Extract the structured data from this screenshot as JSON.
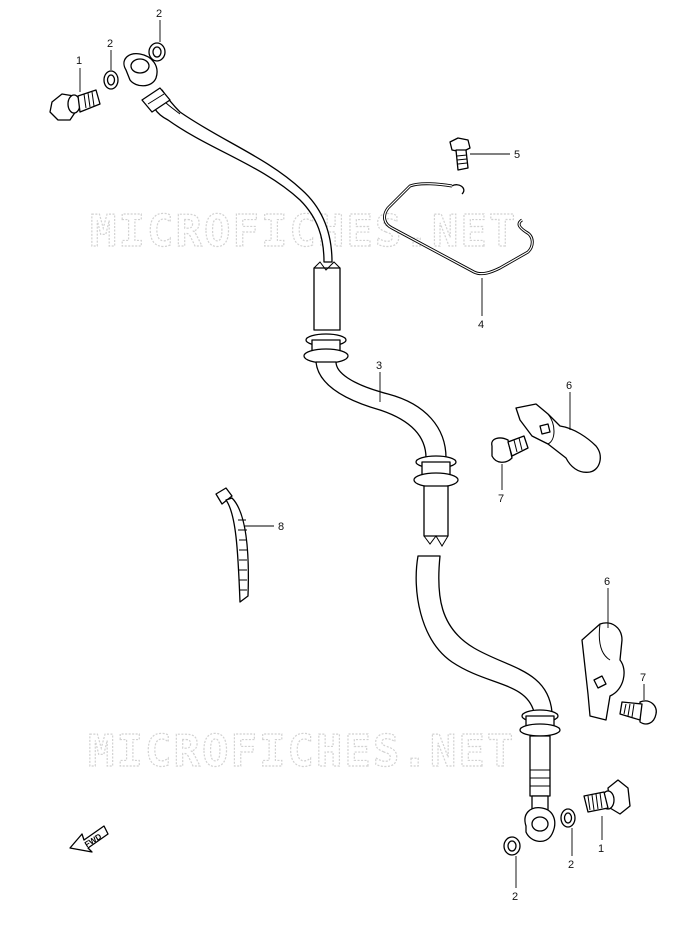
{
  "watermark": "MICROFICHES.NET",
  "direction_label": "FWD",
  "callouts": {
    "c1_top": "1",
    "c2_top_a": "2",
    "c2_top_b": "2",
    "c3": "3",
    "c4": "4",
    "c5": "5",
    "c6_top": "6",
    "c6_bot": "6",
    "c7_top": "7",
    "c7_bot": "7",
    "c8": "8",
    "c1_bot": "1",
    "c2_bot_a": "2",
    "c2_bot_b": "2"
  }
}
